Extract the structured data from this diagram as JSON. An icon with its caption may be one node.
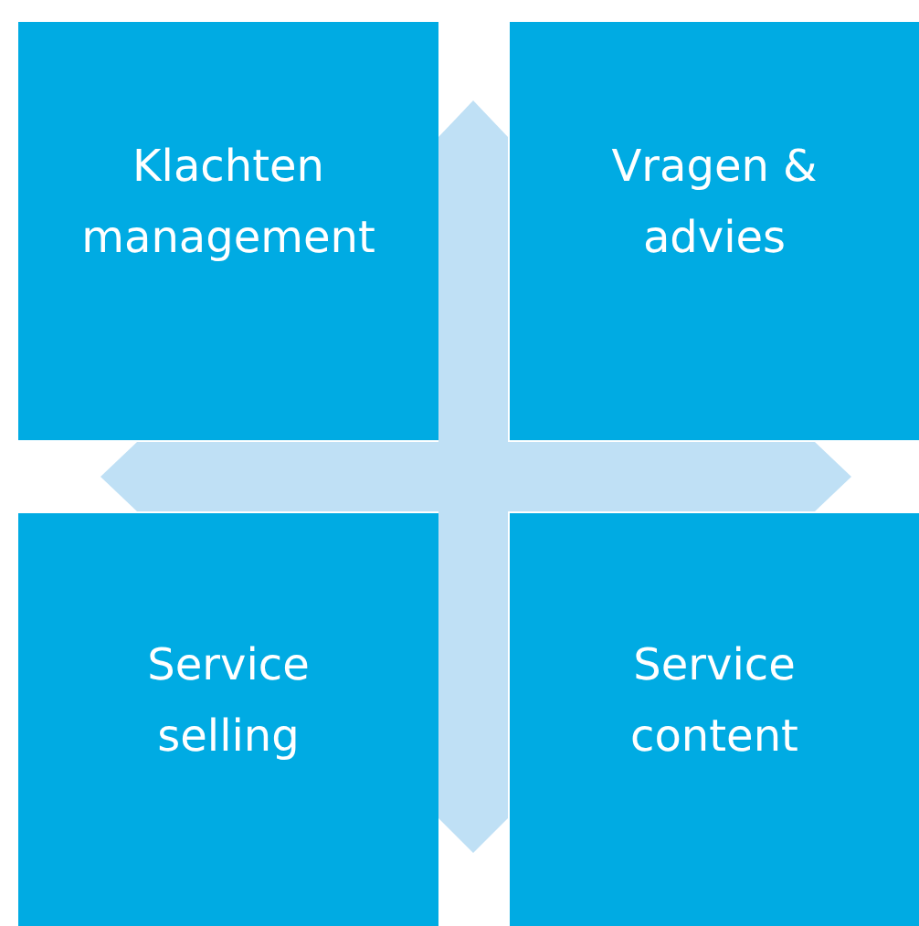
{
  "diagram": {
    "nodes": [
      {
        "text": [
          "Klachten management"
        ]
      },
      {
        "text": [
          "Vragen & advies"
        ]
      },
      {
        "text": [
          "Service selling"
        ]
      },
      {
        "text": [
          "Service content"
        ]
      }
    ]
  }
}
